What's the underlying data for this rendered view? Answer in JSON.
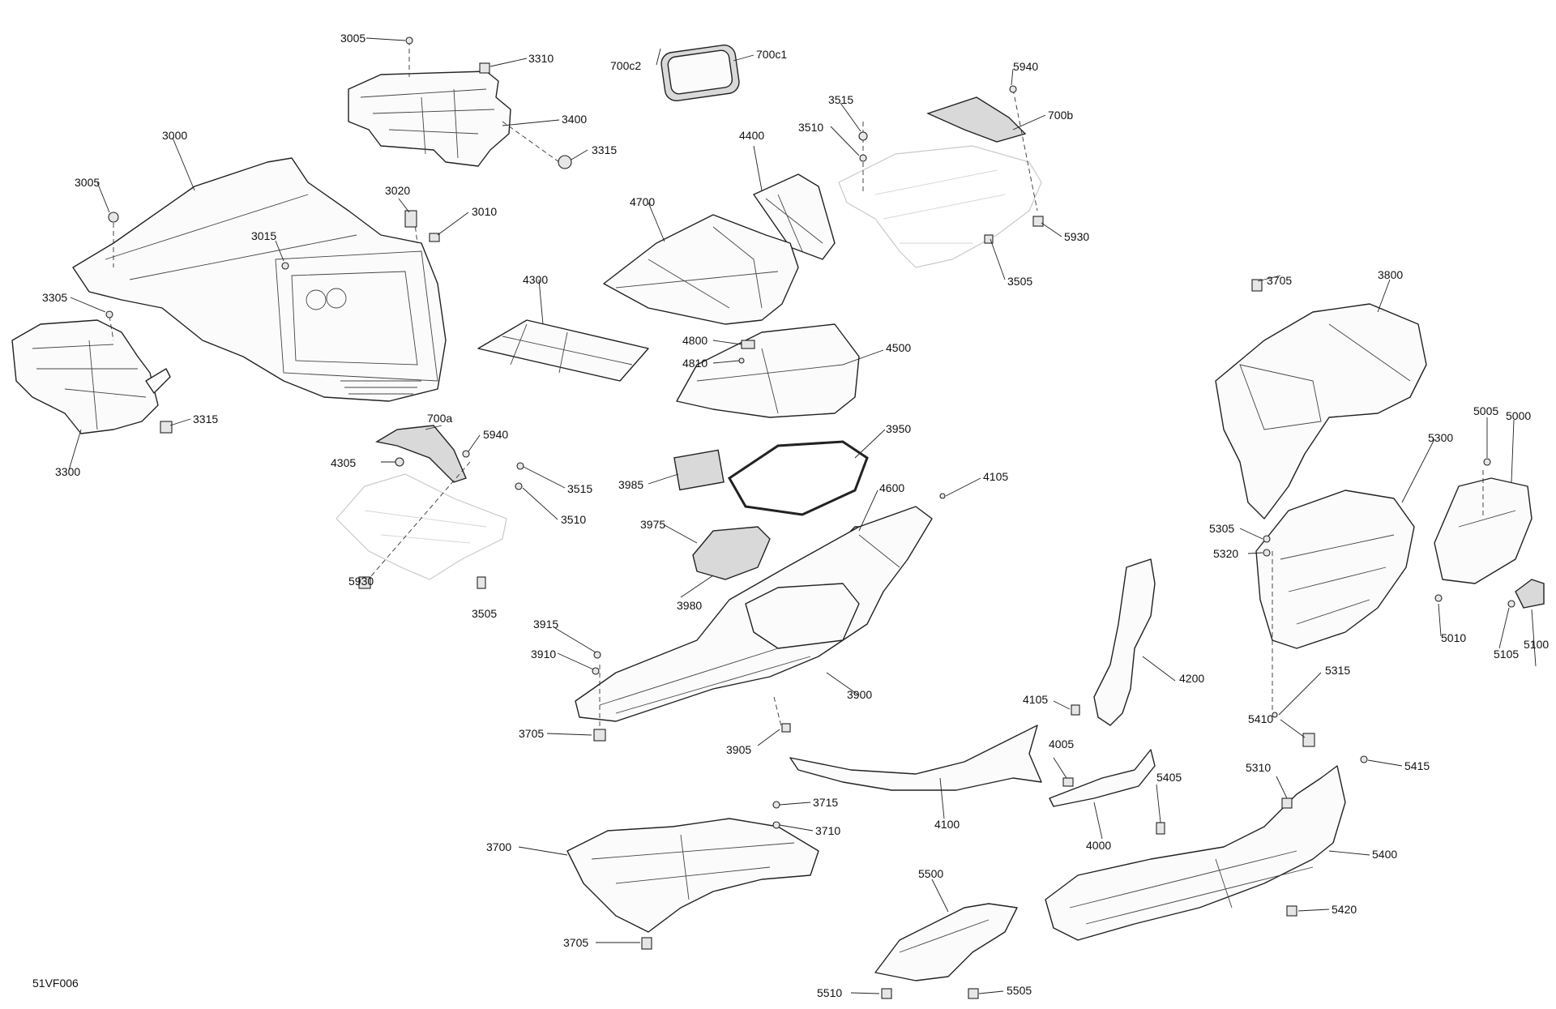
{
  "diagram": {
    "figure_code": "51VF006",
    "callouts": [
      "3005",
      "3310",
      "3400",
      "3315",
      "3000",
      "3005",
      "3020",
      "3010",
      "3015",
      "3305",
      "3300",
      "3315",
      "700c2",
      "700c1",
      "5940",
      "700b",
      "3515",
      "3510",
      "4400",
      "4700",
      "5930",
      "3505",
      "4300",
      "4800",
      "4810",
      "4500",
      "700a",
      "5940",
      "4305",
      "3515",
      "3510",
      "5930",
      "3505",
      "3985",
      "3950",
      "4105",
      "4600",
      "3975",
      "3980",
      "3915",
      "3910",
      "3705",
      "3900",
      "3905",
      "3705",
      "3800",
      "5005",
      "5000",
      "5300",
      "5305",
      "5320",
      "5010",
      "5105",
      "5100",
      "5315",
      "4200",
      "4105",
      "4005",
      "4100",
      "4000",
      "5410",
      "5415",
      "5310",
      "5405",
      "5400",
      "3715",
      "3710",
      "3700",
      "3705",
      "5500",
      "5420",
      "5510",
      "5505"
    ]
  }
}
